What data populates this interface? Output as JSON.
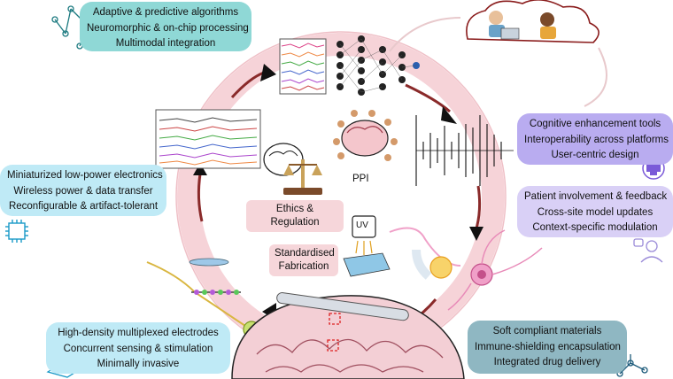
{
  "top_left_box": {
    "items": [
      "Adaptive & predictive algorithms",
      "Neuromorphic & on-chip processing",
      "Multimodal integration"
    ]
  },
  "left_box": {
    "items": [
      "Miniaturized low-power electronics",
      "Wireless power & data transfer",
      "Reconfigurable & artifact-tolerant"
    ]
  },
  "bottom_left_box": {
    "items": [
      "High-density multiplexed electrodes",
      "Concurrent sensing & stimulation",
      "Minimally invasive"
    ]
  },
  "right_top_box": {
    "items": [
      "Cognitive enhancement tools",
      "Interoperability across platforms",
      "User-centric design"
    ]
  },
  "right_mid_box": {
    "items": [
      "Patient involvement & feedback",
      "Cross-site model updates",
      "Context-specific modulation"
    ]
  },
  "bottom_right_box": {
    "items": [
      "Soft compliant materials",
      "Immune-shielding encapsulation",
      "Integrated drug delivery"
    ]
  },
  "center": {
    "ppi": "PPI",
    "ethics": "Ethics & Regulation",
    "fabrication_line1": "Standardised",
    "fabrication_line2": "Fabrication",
    "uv": "UV"
  },
  "colors": {
    "ring": "#f3c9cf",
    "teal": "#8fd8d6",
    "cyan": "#bfeaf6",
    "lavender": "#b9acf0",
    "slate": "#8fb7c2"
  }
}
